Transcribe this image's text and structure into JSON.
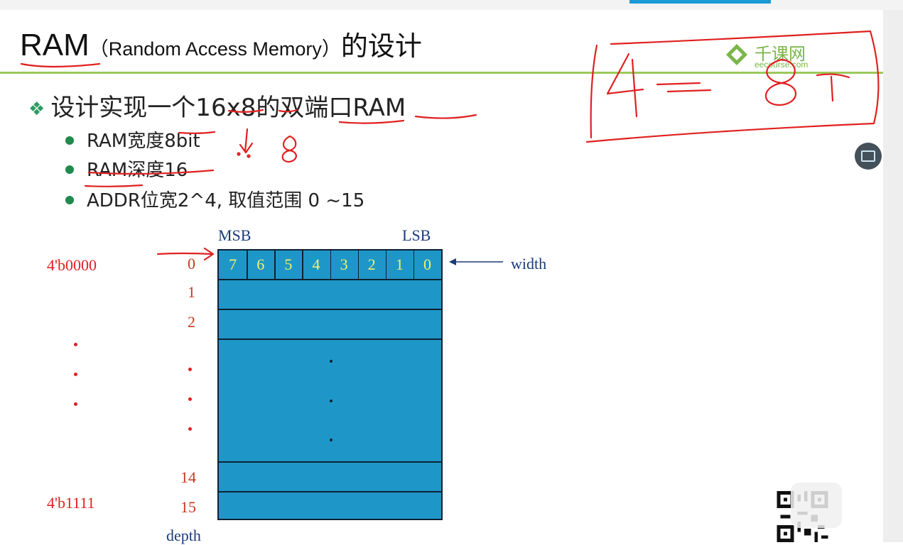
{
  "slide": {
    "title_main": "RAM",
    "title_paren": "（Random Access Memory）",
    "title_suffix": "的设计",
    "logo_text": "千课网",
    "logo_url": "eecourse.com",
    "lead_bullet": "设计实现一个16x8的双端口RAM",
    "bullets": [
      "RAM宽度8bit",
      "RAM深度16",
      "ADDR位宽2^4, 取值范围 0 ~15"
    ]
  },
  "diagram": {
    "msb_label": "MSB",
    "lsb_label": "LSB",
    "width_label": "width",
    "depth_label": "depth",
    "bits": [
      "7",
      "6",
      "5",
      "4",
      "3",
      "2",
      "1",
      "0"
    ],
    "row_labels": [
      "0",
      "1",
      "2",
      "14",
      "15"
    ],
    "addr_first": "4'b0000",
    "addr_last": "4'b1111"
  },
  "annotations": {
    "handwritten": "4 — 8",
    "under_width": "8"
  },
  "colors": {
    "memory_fill": "#1e97c8",
    "bit_text": "#f5f06a",
    "ink": "#e02020",
    "title_rule": "#9cc95a",
    "label_blue": "#1a3b7a"
  }
}
